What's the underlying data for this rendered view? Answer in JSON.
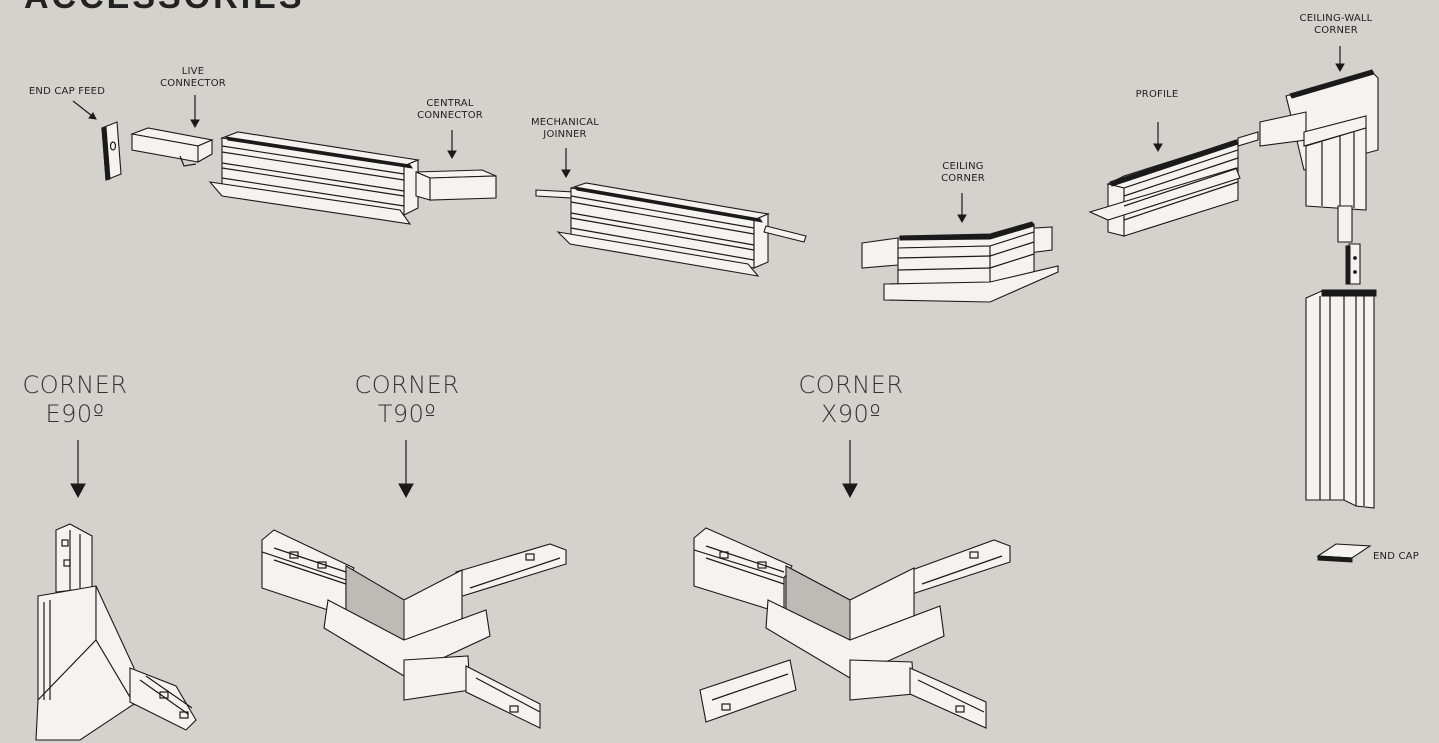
{
  "page": {
    "title": "ACCESSORIES",
    "background": "#d4d2cd",
    "line_color": "#1a1a1a"
  },
  "labels": {
    "end_cap_feed": "END CAP FEED",
    "live_connector": "LIVE\nCONNECTOR",
    "central_connector": "CENTRAL\nCONNECTOR",
    "mechanical_joinner": "MECHANICAL\nJOINNER",
    "ceiling_corner": "CEILING\nCORNER",
    "profile": "PROFILE",
    "ceiling_wall_corner": "CEILING-WALL\nCORNER",
    "end_cap": "END CAP"
  },
  "corners": {
    "e90": "CORNER\nE90º",
    "t90": "CORNER\nT90º",
    "x90": "CORNER\nX90º"
  }
}
